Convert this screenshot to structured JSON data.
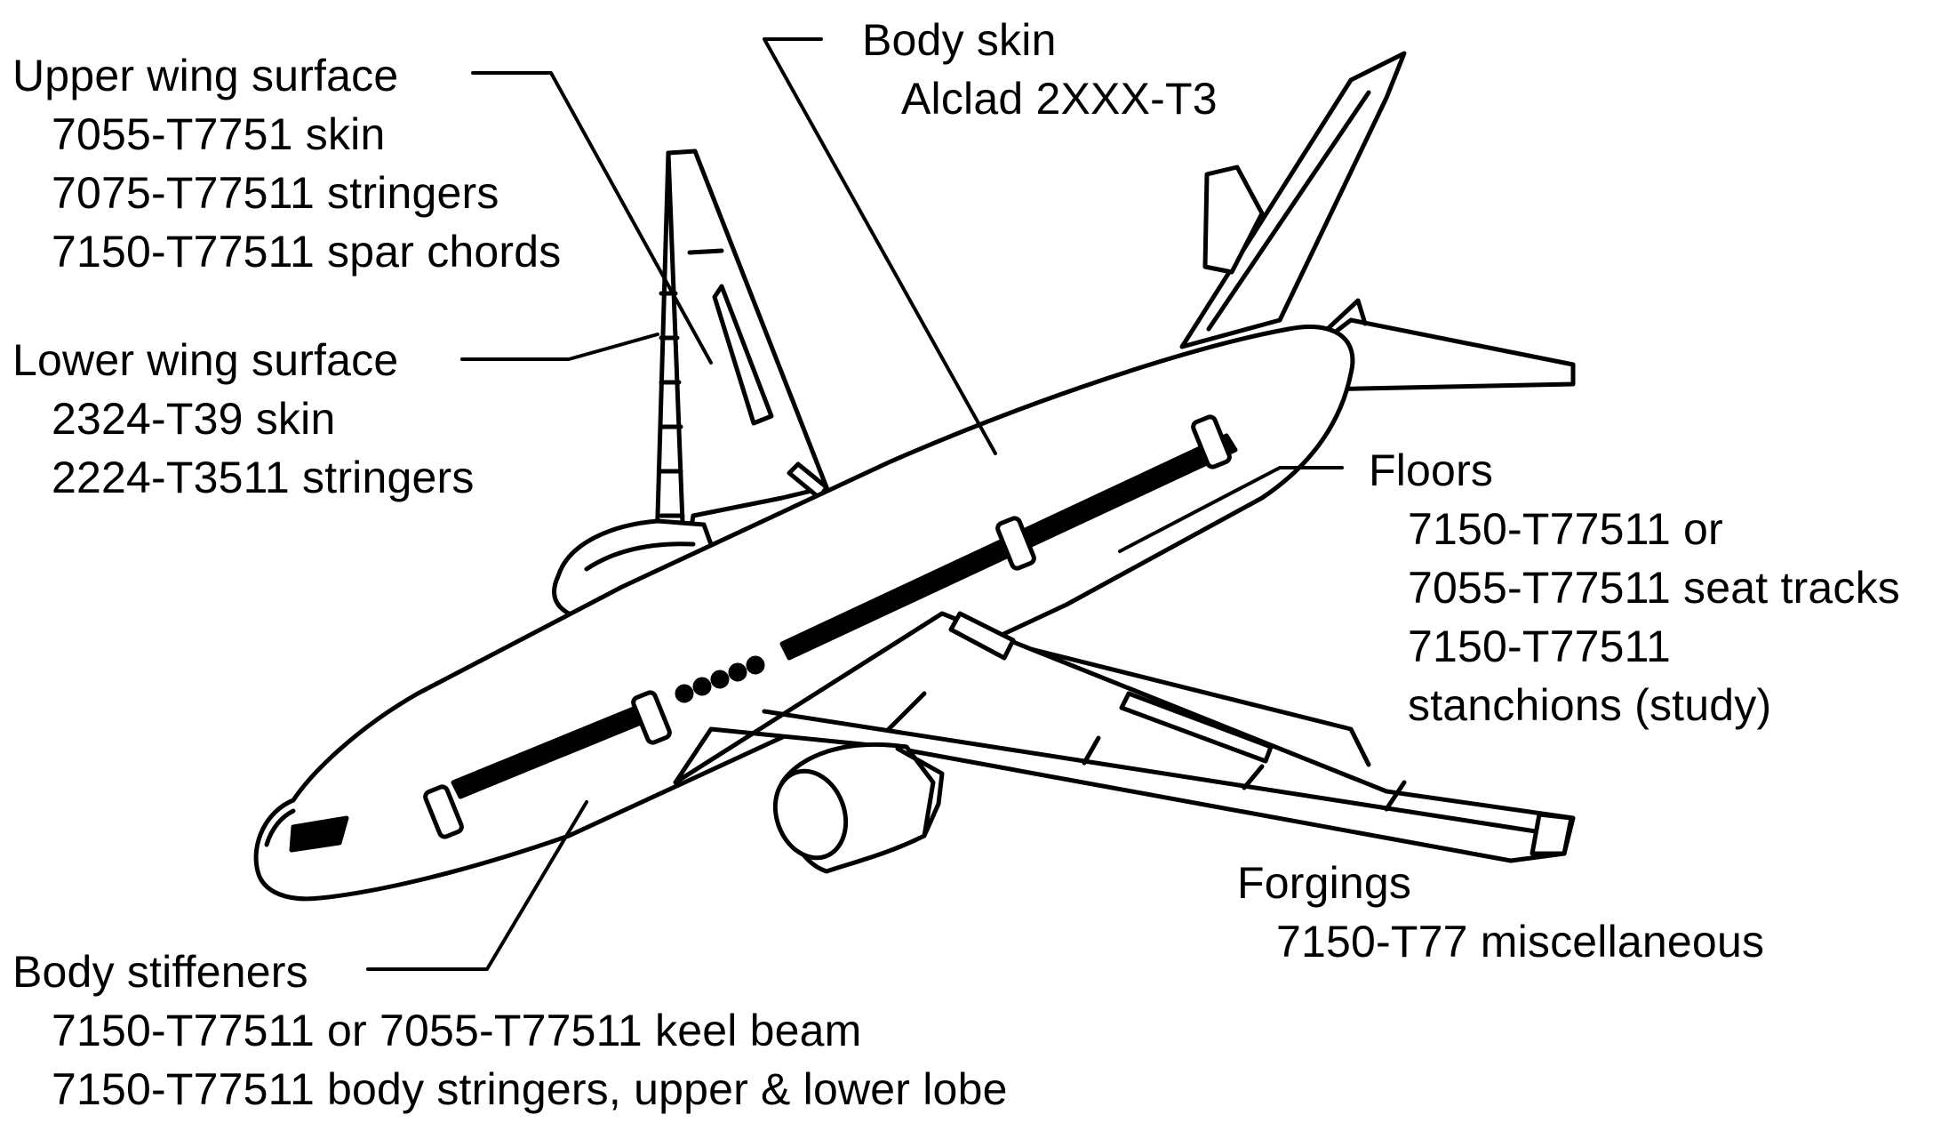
{
  "callouts": {
    "upper_wing": {
      "title": "Upper wing surface",
      "items": [
        "7055-T7751 skin",
        "7075-T77511 stringers",
        "7150-T77511 spar chords"
      ]
    },
    "lower_wing": {
      "title": "Lower wing surface",
      "items": [
        "2324-T39 skin",
        "2224-T3511 stringers"
      ]
    },
    "body_skin": {
      "title": "Body skin",
      "items": [
        "Alclad 2XXX-T3"
      ]
    },
    "floors": {
      "title": "Floors",
      "items": [
        "7150-T77511 or",
        "7055-T77511 seat tracks",
        "7150-T77511",
        "stanchions (study)"
      ]
    },
    "forgings": {
      "title": "Forgings",
      "items": [
        "7150-T77 miscellaneous"
      ]
    },
    "body_stiffeners": {
      "title": "Body stiffeners",
      "items": [
        "7150-T77511 or 7055-T77511 keel beam",
        "7150-T77511 body stringers, upper & lower lobe"
      ]
    }
  },
  "colors": {
    "ink": "#000000",
    "paper": "#ffffff"
  }
}
